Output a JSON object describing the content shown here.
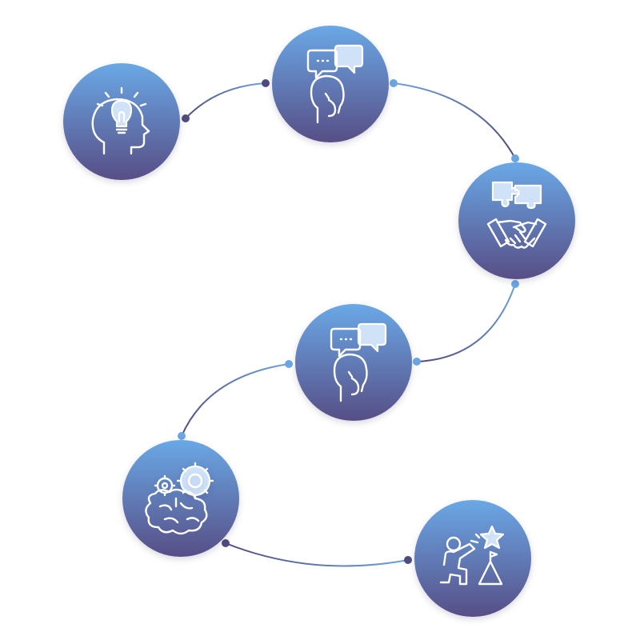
{
  "colors": {
    "circle_top": "#6aa8e6",
    "circle_bottom": "#574e86",
    "connector_light": "#6fa3dd",
    "connector_dark": "#4e4a7e",
    "dot_light": "#6aa6e4",
    "dot_dark": "#4f4a7f",
    "icon_stroke": "#ffffff",
    "icon_fill": "#cfe2f8"
  },
  "nodes": [
    {
      "id": "idea",
      "icon": "lightbulb-head-icon"
    },
    {
      "id": "discussion-1",
      "icon": "thinking-person-speech-bubbles-icon"
    },
    {
      "id": "partnership",
      "icon": "puzzle-handshake-icon"
    },
    {
      "id": "discussion-2",
      "icon": "thinking-person-speech-bubbles-icon"
    },
    {
      "id": "brainstorm",
      "icon": "brain-gears-icon"
    },
    {
      "id": "achievement",
      "icon": "person-reaching-star-icon"
    }
  ]
}
